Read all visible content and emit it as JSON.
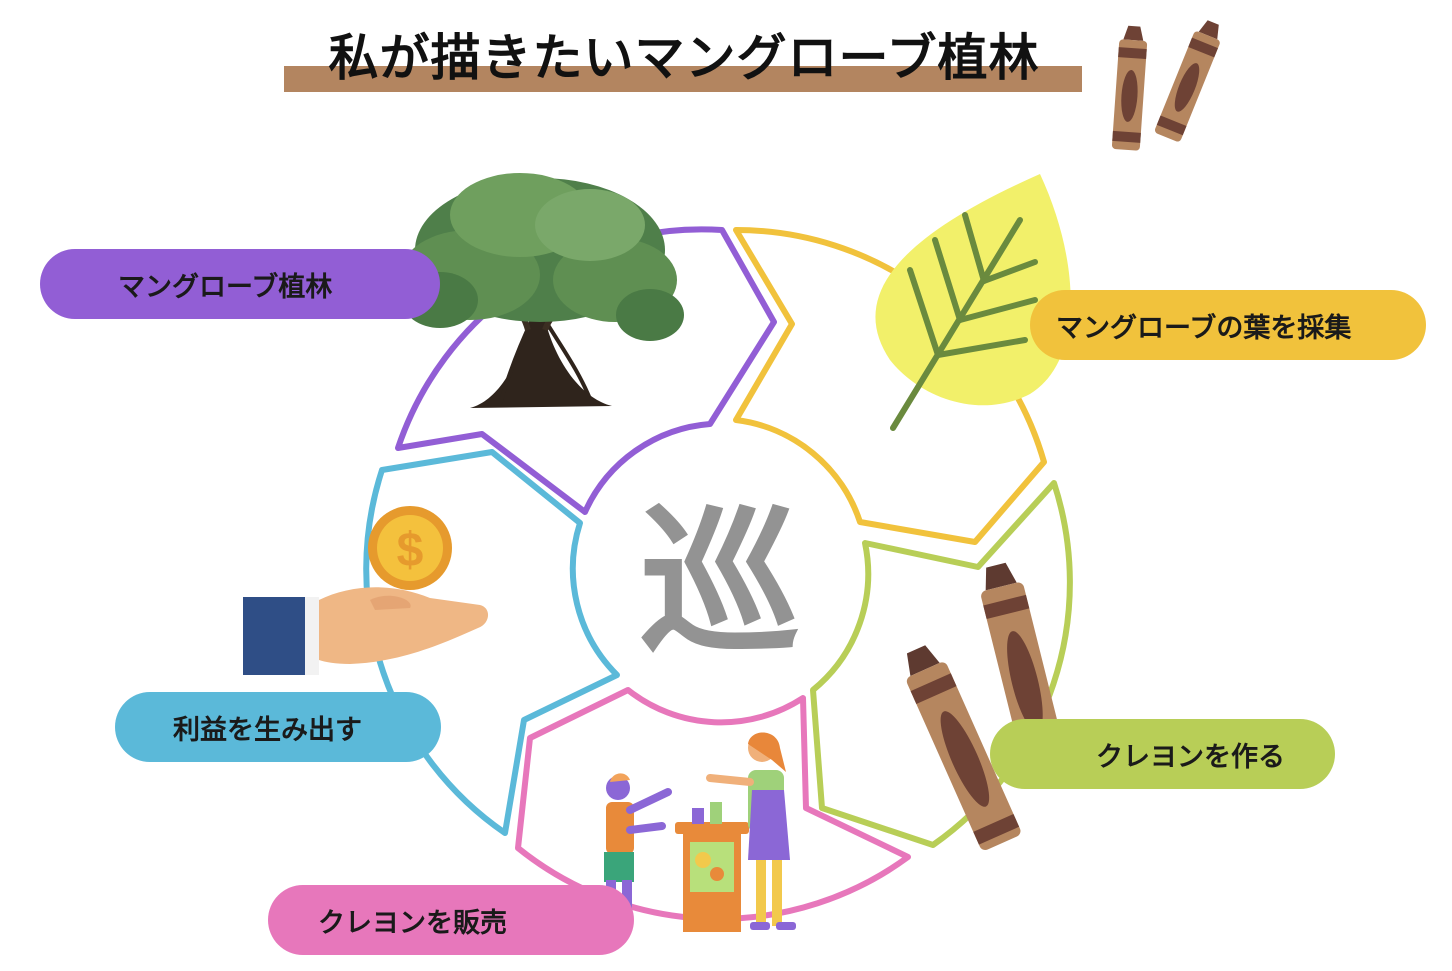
{
  "title": "私が描きたいマングローブ植林",
  "center_label": "巡",
  "cycle_steps": [
    {
      "label": "マングローブ植林",
      "color": "#925ed5",
      "icon": "mangrove-tree-icon"
    },
    {
      "label": "マングローブの葉を採集",
      "color": "#f1c23c",
      "icon": "leaf-icon"
    },
    {
      "label": "クレヨンを作る",
      "color": "#b8ce57",
      "icon": "crayons-icon"
    },
    {
      "label": "クレヨンを販売",
      "color": "#e777bb",
      "icon": "shop-stall-icon"
    },
    {
      "label": "利益を生み出す",
      "color": "#5bb9d9",
      "icon": "hand-coin-icon"
    }
  ],
  "colors": {
    "title_underline": "#b38560",
    "center_text": "#939393",
    "crayon_brown": "#b5865f",
    "crayon_dark": "#6e4235"
  }
}
